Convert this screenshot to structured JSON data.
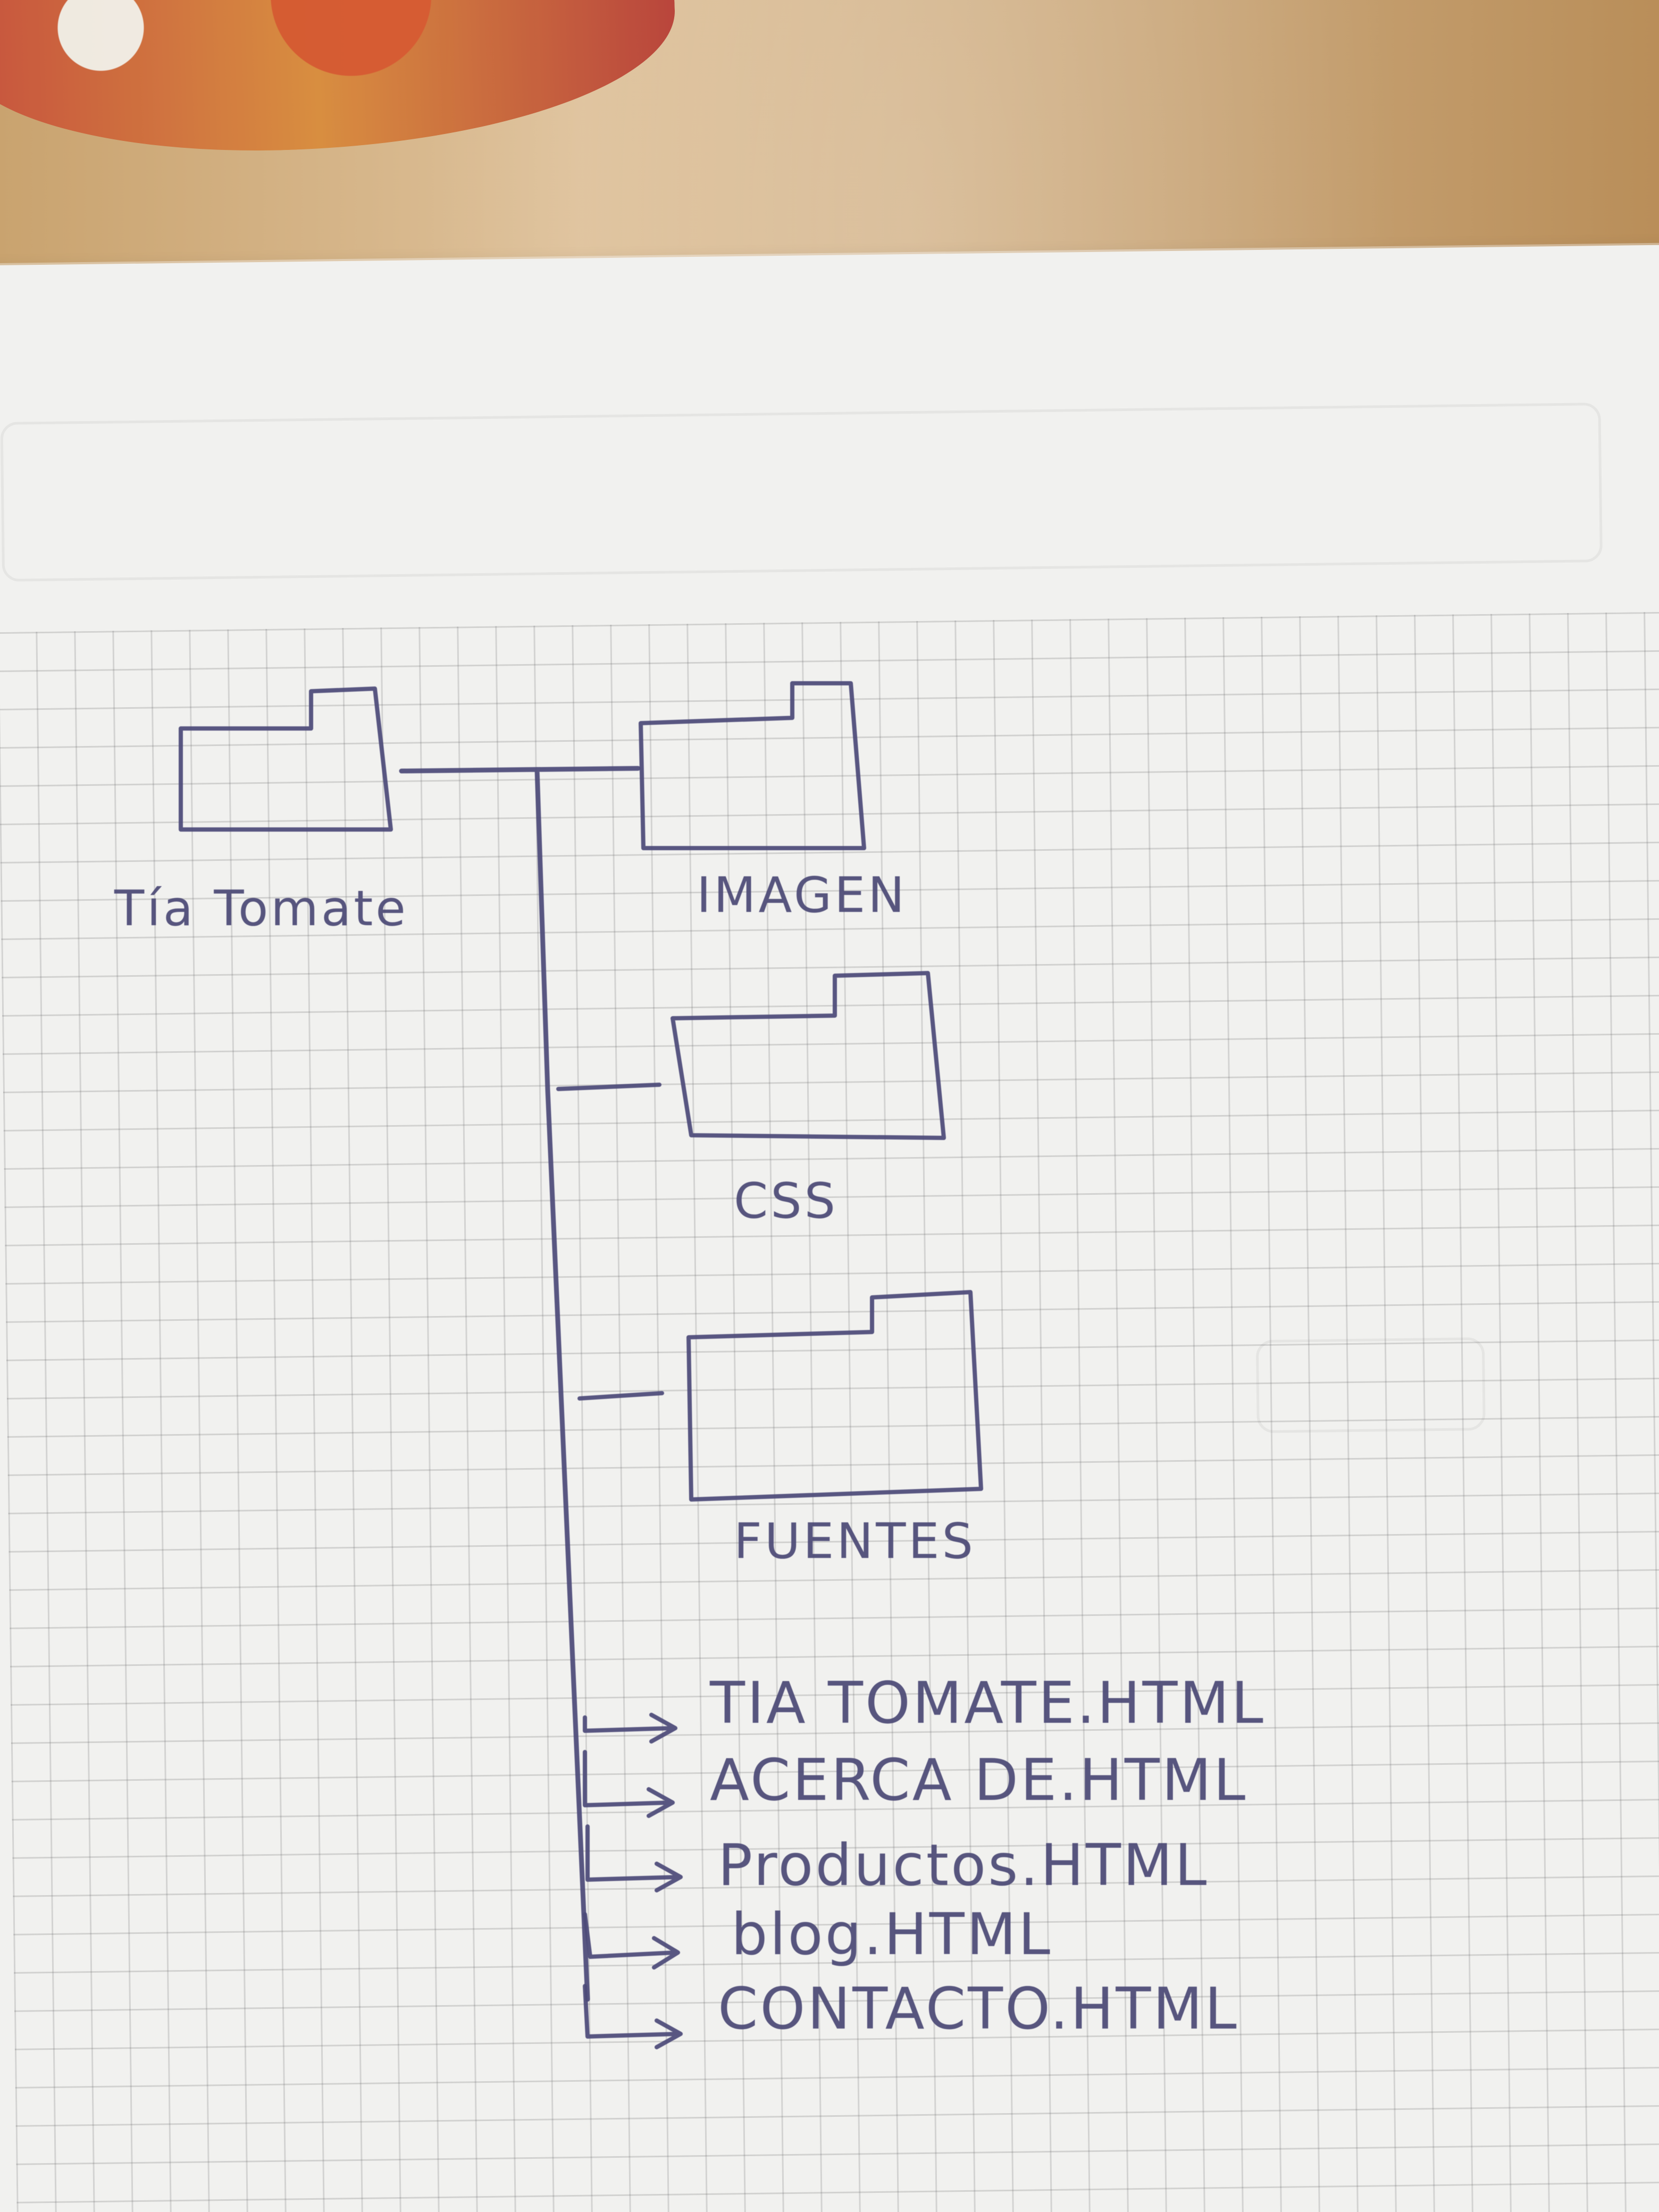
{
  "diagram": {
    "root": {
      "label": "Tía Tomate",
      "icon": "folder-icon"
    },
    "folders": [
      {
        "label": "IMAGEN",
        "icon": "folder-icon"
      },
      {
        "label": "CSS",
        "icon": "folder-icon"
      },
      {
        "label": "FUENTES",
        "icon": "folder-icon"
      }
    ],
    "files": [
      {
        "label": "TIA TOMATE.HTML",
        "icon": "arrow-icon"
      },
      {
        "label": "ACERCA DE.HTML",
        "icon": "arrow-icon"
      },
      {
        "label": "Productos.HTML",
        "icon": "arrow-icon"
      },
      {
        "label": "blog.HTML",
        "icon": "arrow-icon"
      },
      {
        "label": "CONTACTO.HTML",
        "icon": "arrow-icon"
      }
    ],
    "ink_color": "#4c4a78",
    "paper_color": "#f1f1ef",
    "grid_color": "#696969"
  }
}
